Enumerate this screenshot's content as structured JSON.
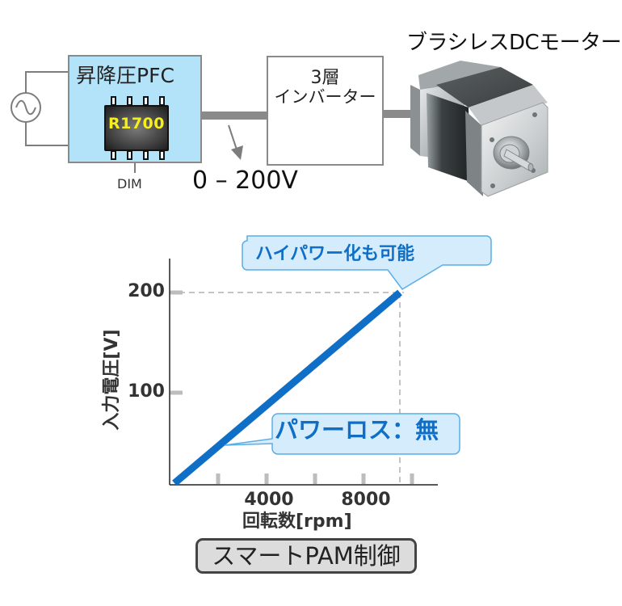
{
  "diagram": {
    "ac_source": {
      "icon": "ac-source-icon"
    },
    "pfc_block": {
      "title": "昇降圧PFC",
      "chip_label": "R1700",
      "dim_pin_label": "DIM"
    },
    "bus_voltage_label": "0 – 200V",
    "inverter_block": {
      "line1": "3層",
      "line2": "インバーター"
    },
    "motor": {
      "title": "ブラシレスDCモーター",
      "icon": "bldc-motor-image"
    },
    "mode_badge": "スマートPAM制御"
  },
  "colors": {
    "pfc_fill": "#b3e3f8",
    "chip_text": "#f7ef1a",
    "line_series": "#0f6fc6",
    "callout_fill": "#d4ecfb",
    "callout_border": "#5aaee6",
    "connector_gray": "#8a8a8a"
  },
  "chart_data": {
    "type": "line",
    "title": "",
    "xlabel": "回転数[rpm]",
    "ylabel": "入力電圧[V]",
    "xlim": [
      0,
      11000
    ],
    "ylim": [
      0,
      220
    ],
    "x_ticks": [
      2000,
      4000,
      6000,
      8000,
      10000
    ],
    "x_tick_labels": [
      "",
      "4000",
      "",
      "8000",
      ""
    ],
    "y_ticks": [
      100,
      200
    ],
    "y_tick_labels": [
      "100",
      "200"
    ],
    "grid": false,
    "series": [
      {
        "name": "入力電圧",
        "x": [
          0,
          9500
        ],
        "y": [
          0,
          200
        ]
      }
    ],
    "reference_lines": [
      {
        "type": "horizontal",
        "y": 200,
        "style": "dashed"
      },
      {
        "type": "vertical",
        "x": 9500,
        "style": "dashed"
      }
    ],
    "annotations": [
      {
        "text": "ハイパワー化も可能",
        "target": {
          "x": 9500,
          "y": 200
        }
      },
      {
        "text": "パワーロス：無",
        "target": {
          "x": 1700,
          "y": 40
        }
      }
    ]
  }
}
